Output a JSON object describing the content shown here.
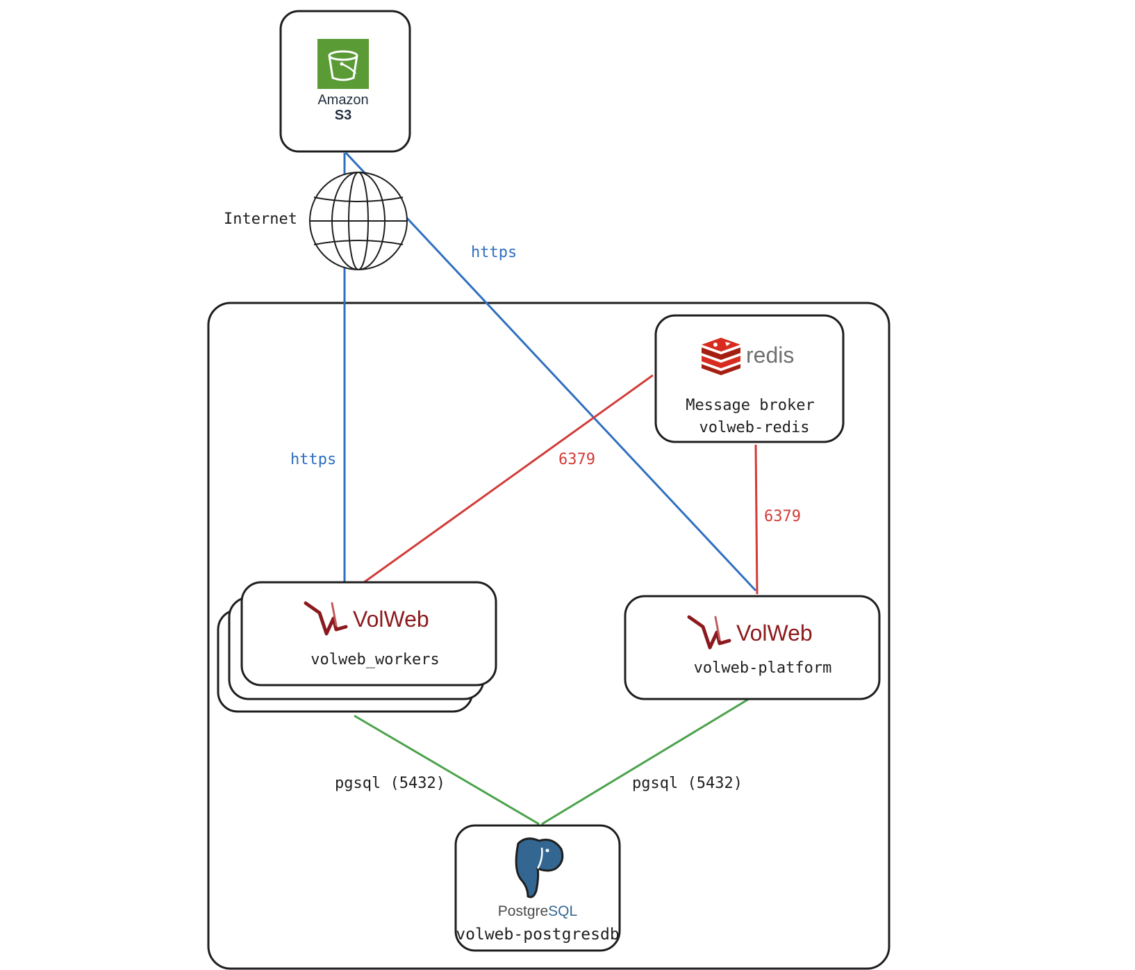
{
  "colors": {
    "https": "#2f6fc0",
    "redis": "#d23b38",
    "pgsql": "#4aa24a",
    "outline": "#1e1e1e",
    "s3_green": "#5a9b36",
    "volweb": "#8b1a1e",
    "postgres_blue": "#336791",
    "redis_red": "#d82c20"
  },
  "nodes": {
    "s3": {
      "icon": "amazon-s3-bucket-icon",
      "line1": "Amazon",
      "line2": "S3"
    },
    "internet": {
      "icon": "globe-icon",
      "label": "Internet"
    },
    "redis": {
      "logo_text": "redis",
      "line1": "Message broker",
      "line2": "volweb-redis"
    },
    "workers": {
      "logo_text": "VolWeb",
      "label": "volweb_workers"
    },
    "platform": {
      "logo_text": "VolWeb",
      "label": "volweb-platform"
    },
    "postgres": {
      "logo_text_a": "Postgre",
      "logo_text_b": "SQL",
      "label": "volweb-postgresdb"
    }
  },
  "edges": {
    "workers_internet": "https",
    "platform_internet": "https",
    "workers_redis": "6379",
    "platform_redis": "6379",
    "workers_postgres": "pgsql (5432)",
    "platform_postgres": "pgsql (5432)"
  }
}
